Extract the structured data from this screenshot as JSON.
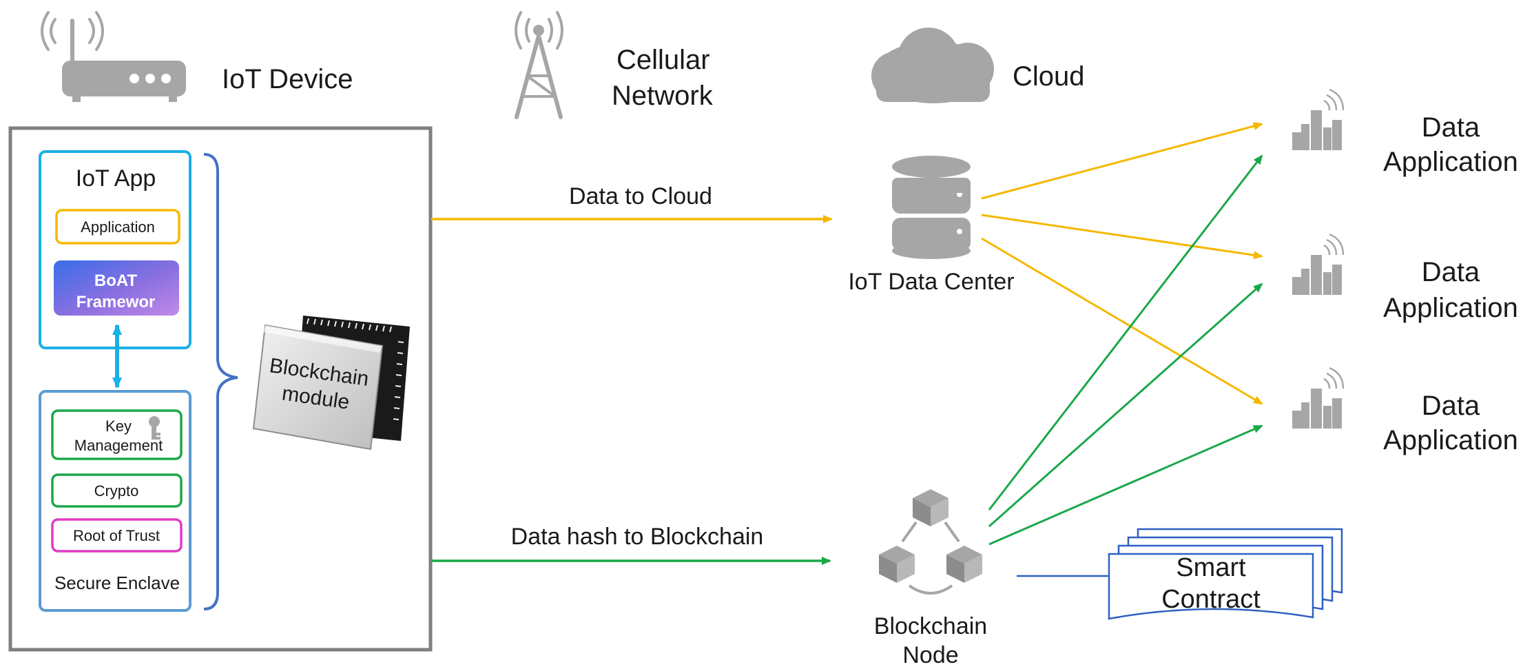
{
  "tiers": {
    "device": "IoT Device",
    "cellular_line1": "Cellular",
    "cellular_line2": "Network",
    "cloud": "Cloud"
  },
  "device_box": {
    "iot_app_title": "IoT App",
    "application": "Application",
    "boat_line1": "BoAT",
    "boat_line2": "Framewor",
    "key_line1": "Key",
    "key_line2": "Management",
    "crypto": "Crypto",
    "root_of_trust": "Root of Trust",
    "secure_enclave": "Secure Enclave",
    "module_line1": "Blockchain",
    "module_line2": "module"
  },
  "flows": {
    "data_to_cloud": "Data to Cloud",
    "data_hash": "Data hash to Blockchain"
  },
  "nodes": {
    "data_center": "IoT Data Center",
    "blockchain_line1": "Blockchain",
    "blockchain_line2": "Node",
    "contract_line1": "Smart",
    "contract_line2": "Contract"
  },
  "applications": [
    {
      "line1": "Data",
      "line2": "Application"
    },
    {
      "line1": "Data",
      "line2": "Application"
    },
    {
      "line1": "Data",
      "line2": "Application"
    }
  ],
  "colors": {
    "data_flow": "#f5b800",
    "hash_flow": "#1aa84a",
    "app_border": "#1ab0e8",
    "enclave_border": "#5b9bd5",
    "brace": "#4472c4",
    "application_box": "#f5b800",
    "green_box": "#1aa84a",
    "trust_box": "#e23ac4",
    "contract": "#2f5fc4",
    "icon_gray": "#a6a6a6"
  }
}
